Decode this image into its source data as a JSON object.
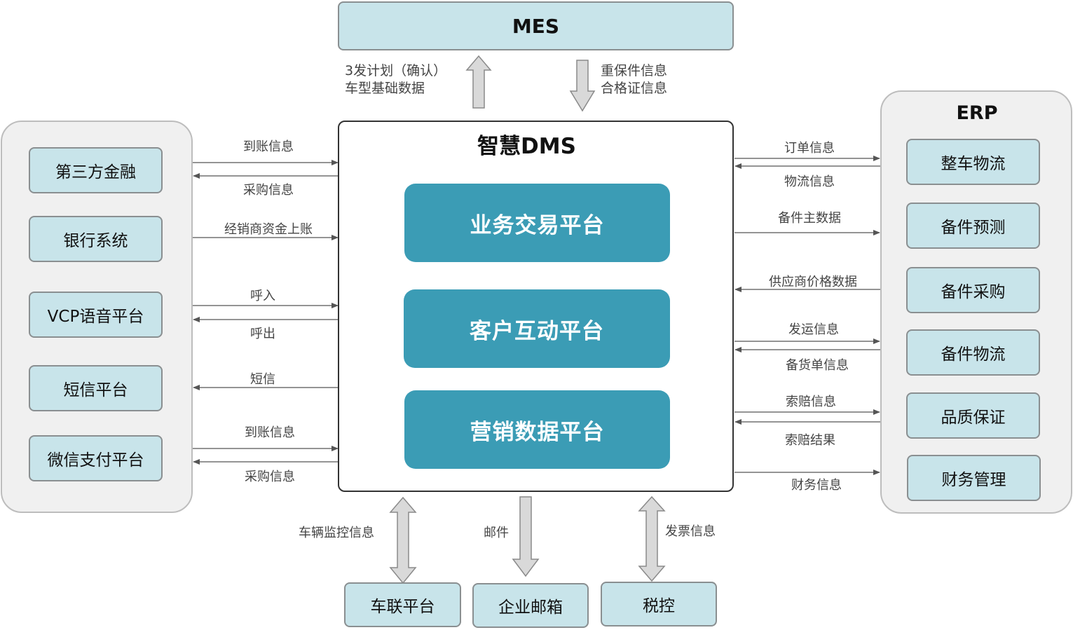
{
  "mes": {
    "title": "MES",
    "up_labels": [
      "3发计划（确认）",
      "车型基础数据"
    ],
    "down_labels": [
      "重保件信息",
      "合格证信息"
    ]
  },
  "dms": {
    "title": "智慧DMS",
    "platforms": [
      "业务交易平台",
      "客户互动平台",
      "营销数据平台"
    ]
  },
  "left": {
    "boxes": [
      "第三方金融",
      "银行系统",
      "VCP语音平台",
      "短信平台",
      "微信支付平台"
    ],
    "labels": {
      "finance_in": "到账信息",
      "finance_out": "采购信息",
      "bank_in": "经销商资金上账",
      "vcp_in": "呼入",
      "vcp_out": "呼出",
      "sms_out": "短信",
      "wechat_in": "到账信息",
      "wechat_out": "采购信息"
    }
  },
  "erp": {
    "title": "ERP",
    "boxes": [
      "整车物流",
      "备件预测",
      "备件采购",
      "备件物流",
      "品质保证",
      "财务管理"
    ],
    "labels": {
      "order_out": "订单信息",
      "logistics_in": "物流信息",
      "parts_master_out": "备件主数据",
      "supplier_price_in": "供应商价格数据",
      "shipping_out": "发运信息",
      "stock_in": "备货单信息",
      "claim_out": "索赔信息",
      "claim_result_in": "索赔结果",
      "finance_out": "财务信息"
    }
  },
  "bottom": {
    "boxes": [
      "车联平台",
      "企业邮箱",
      "税控"
    ],
    "labels": {
      "vehicle_monitor": "车辆监控信息",
      "mail": "邮件",
      "invoice": "发票信息"
    }
  }
}
